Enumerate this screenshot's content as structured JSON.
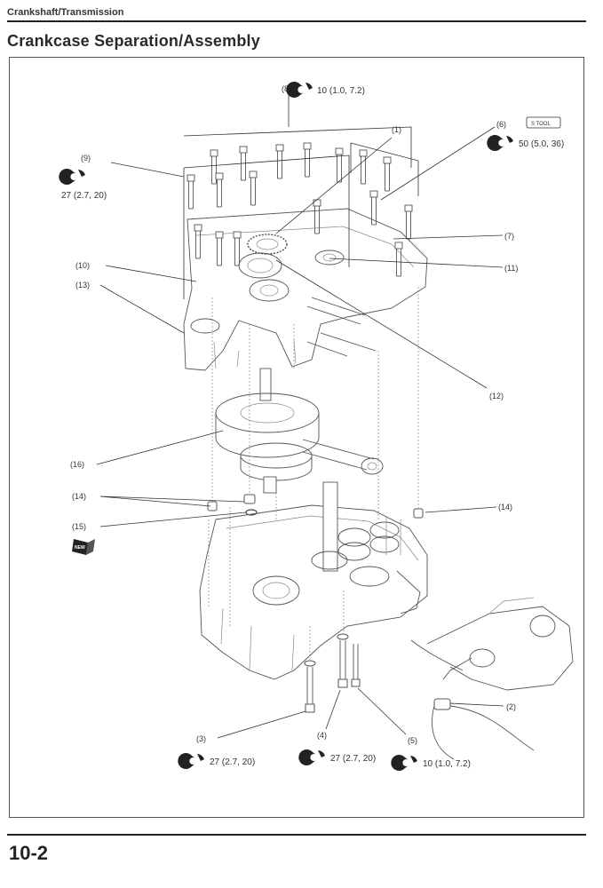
{
  "header": {
    "section": "Crankshaft/Transmission"
  },
  "title": "Crankcase Separation/Assembly",
  "labels": {
    "c1": "(1)",
    "c2": "(2)",
    "c3": "(3)",
    "c4": "(4)",
    "c5": "(5)",
    "c6": "(6)",
    "c7": "(7)",
    "c8": "(8)",
    "c9": "(9)",
    "c10": "(10)",
    "c11": "(11)",
    "c12": "(12)",
    "c13": "(13)",
    "c14a": "(14)",
    "c14b": "(14)",
    "c15": "(15)",
    "c16": "(16)"
  },
  "torques": {
    "t8": "10 (1.0, 7.2)",
    "t6": "50 (5.0, 36)",
    "t9": "27 (2.7, 20)",
    "t3": "27 (2.7, 20)",
    "t4": "27 (2.7, 20)",
    "t5": "10 (1.0, 7.2)"
  },
  "badges": {
    "tool": "S TOOL",
    "new": "NEW"
  },
  "footer": {
    "page": "10-2"
  },
  "icons": [
    "torque-wrench-icon",
    "special-tool-icon",
    "new-part-icon"
  ]
}
